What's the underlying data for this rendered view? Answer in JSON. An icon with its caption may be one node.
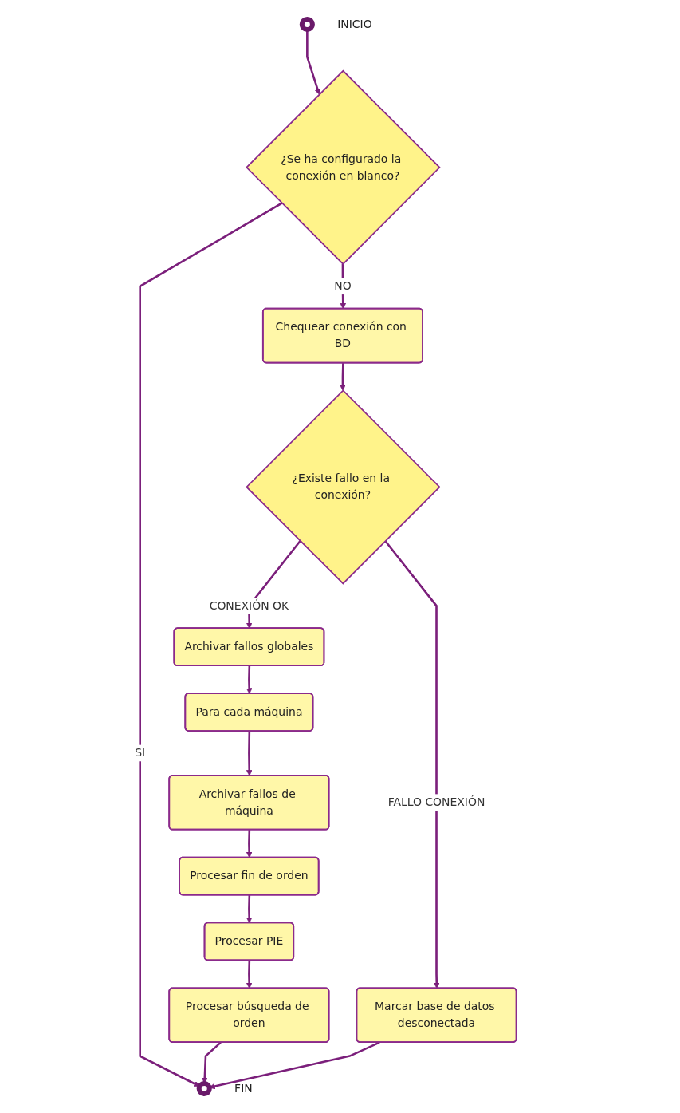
{
  "diagram": {
    "nodes": [
      {
        "text": [],
        "shape": "circle",
        "beside": [
          "INICIO"
        ]
      },
      {
        "text": [
          "¿Se ha configurado la conexión en blanco?"
        ]
      },
      {
        "text": [
          "Chequear conexión con BD"
        ]
      },
      {
        "text": [
          "¿Existe fallo en la conexión?"
        ]
      },
      {
        "text": [
          "Archivar fallos globales"
        ]
      },
      {
        "text": [
          "Marcar base de datos desconectada"
        ]
      },
      {
        "text": [
          "Para cada máquina"
        ]
      },
      {
        "text": [
          "Archivar fallos de máquina"
        ]
      },
      {
        "text": [
          "Procesar fin de orden"
        ]
      },
      {
        "text": [
          "Procesar PIE"
        ]
      },
      {
        "text": [
          "Procesar búsqueda de orden"
        ]
      },
      {
        "text": [],
        "shape": "circle",
        "beside": [
          "FIN"
        ]
      }
    ],
    "edges": [
      {
        "from": 0,
        "to": 1,
        "arrow": "to"
      },
      {
        "from": 1,
        "to": 11,
        "arrow": "to",
        "label": "SI"
      },
      {
        "from": 1,
        "to": 2,
        "arrow": "to",
        "label": "NO"
      },
      {
        "from": 2,
        "to": 3,
        "arrow": "to"
      },
      {
        "from": 3,
        "to": 4,
        "arrow": "to",
        "label": "CONEXIÓN OK"
      },
      {
        "from": 3,
        "to": 5,
        "arrow": "to",
        "label": "FALLO CONEXIÓN"
      },
      {
        "from": 4,
        "to": 6,
        "arrow": "to"
      },
      {
        "from": 6,
        "to": 7,
        "arrow": "to"
      },
      {
        "from": 7,
        "to": 8,
        "arrow": "to"
      },
      {
        "from": 8,
        "to": 9,
        "arrow": "to"
      },
      {
        "from": 9,
        "to": 10,
        "arrow": "to"
      },
      {
        "from": 10,
        "to": 11,
        "arrow": "to"
      },
      {
        "from": 5,
        "to": 11,
        "arrow": "to"
      }
    ]
  }
}
